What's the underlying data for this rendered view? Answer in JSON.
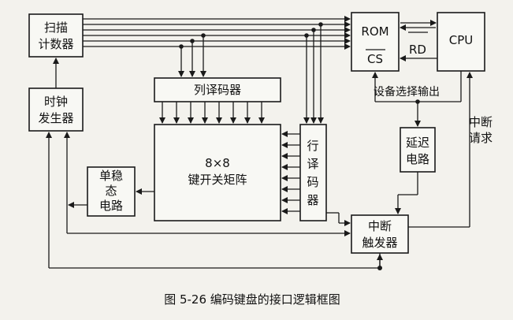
{
  "blocks": {
    "scan_counter": [
      "扫描",
      "计数器"
    ],
    "clock_gen": [
      "时钟",
      "发生器"
    ],
    "col_decoder": "列译码器",
    "key_matrix": [
      "8×8",
      "键开关矩阵"
    ],
    "monostable": [
      "单稳",
      "态",
      "电路"
    ],
    "row_decoder": [
      "行",
      "译",
      "码",
      "器"
    ],
    "rom": "ROM",
    "cs": "CS",
    "cpu": "CPU",
    "rd": "RD",
    "device_select": "设备选择输出",
    "delay": [
      "延迟",
      "电路"
    ],
    "int_request": [
      "中断",
      "请求"
    ],
    "int_trigger": [
      "中断",
      "触发器"
    ]
  },
  "caption": "图 5-26    编码键盘的接口逻辑框图"
}
